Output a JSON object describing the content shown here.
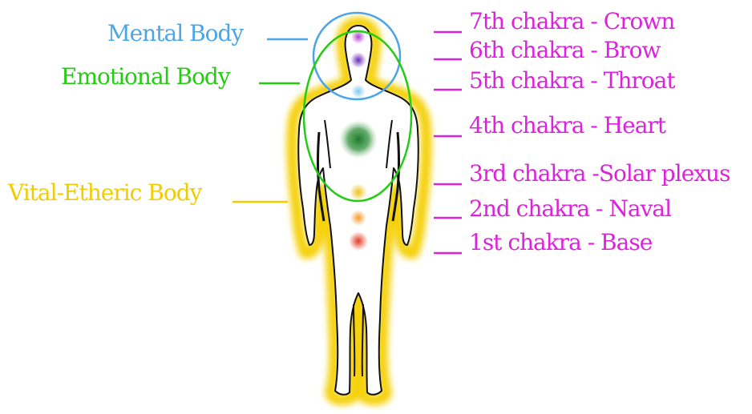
{
  "bodies": [
    {
      "id": "mental",
      "label": "Mental Body",
      "color": "#4aa6e8"
    },
    {
      "id": "emotional",
      "label": "Emotional Body",
      "color": "#22cc11"
    },
    {
      "id": "vital",
      "label": "Vital-Etheric Body",
      "color": "#f2cc00"
    }
  ],
  "chakras": [
    {
      "label": "7th chakra - Crown",
      "color": "#b13fd1"
    },
    {
      "label": "6th chakra - Brow",
      "color": "#6a2bb5"
    },
    {
      "label": "5th chakra - Throat",
      "color": "#7ec8ef"
    },
    {
      "label": "4th chakra - Heart",
      "color": "#1f7a2a"
    },
    {
      "label": "3rd chakra -Solar plexus",
      "color": "#f0c21a"
    },
    {
      "label": "2nd chakra - Naval",
      "color": "#f39a2a"
    },
    {
      "label": "1st chakra - Base",
      "color": "#e23b25"
    }
  ],
  "colors": {
    "chakra_label": "#dd22dd",
    "figure_outline": "#111111",
    "figure_fill": "#ffffff",
    "aura": "#f5d20f"
  }
}
